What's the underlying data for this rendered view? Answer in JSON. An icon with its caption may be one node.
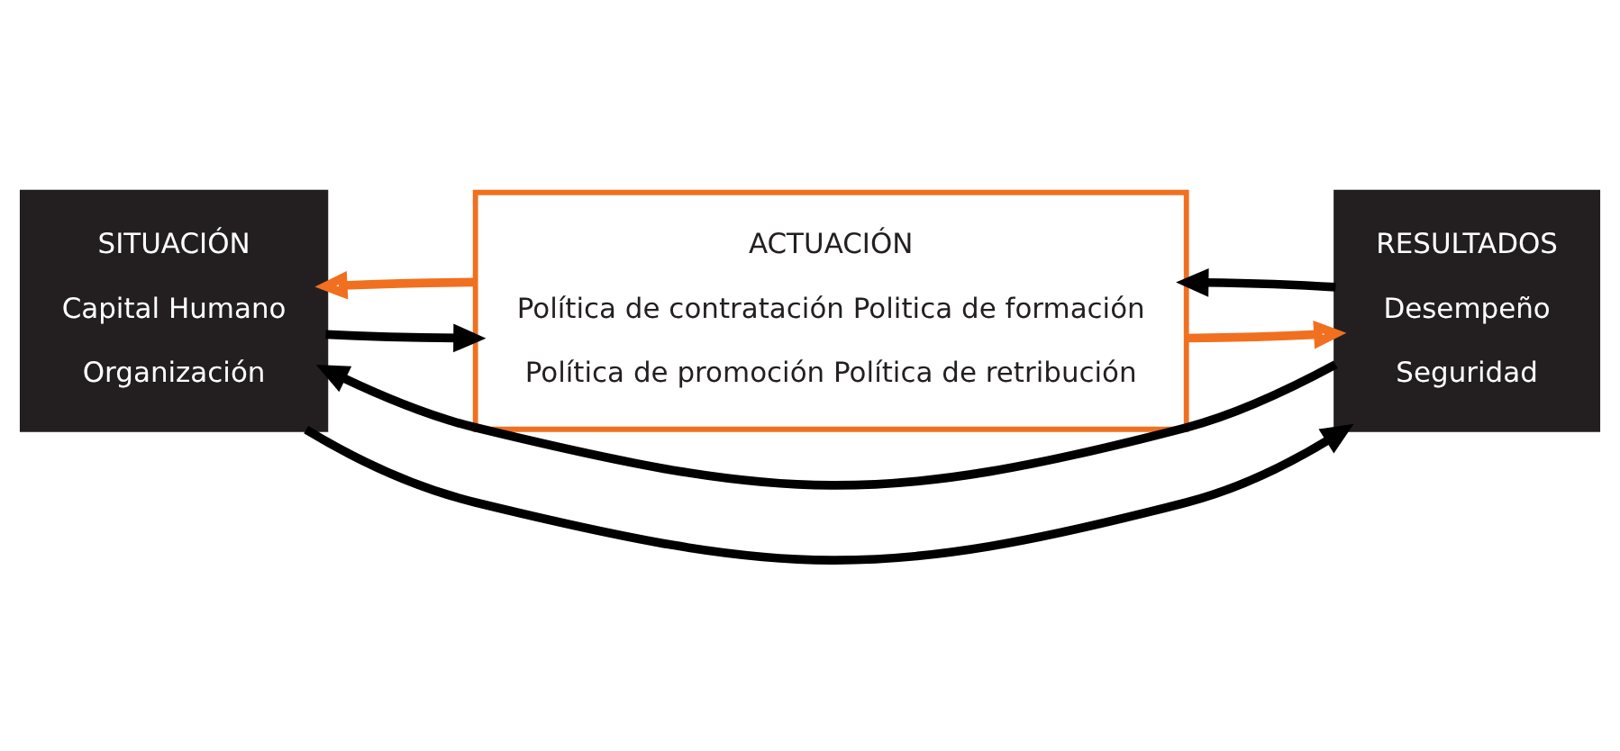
{
  "diagram": {
    "nodes": [
      {
        "text": [
          "SITUACIÓN",
          "Capital Humano",
          "Organización"
        ]
      },
      {
        "text": [
          "ACTUACIÓN",
          "Política de contratación Politica de formación",
          "Política de promoción Política de retribución"
        ]
      },
      {
        "text": [
          "RESULTADOS",
          "Desempeño",
          "Seguridad"
        ]
      }
    ],
    "edges": [
      {
        "from": 0,
        "to": 2,
        "arrow": "to"
      },
      {
        "from": 0,
        "to": 1,
        "arrow": "to"
      },
      {
        "from": 1,
        "to": 0,
        "arrow": "to",
        "color": "#f07020"
      },
      {
        "from": 1,
        "to": 2,
        "arrow": "to",
        "color": "#f07020"
      },
      {
        "from": 2,
        "to": 1,
        "arrow": "to"
      },
      {
        "from": 2,
        "to": 0,
        "arrow": "to"
      }
    ]
  }
}
